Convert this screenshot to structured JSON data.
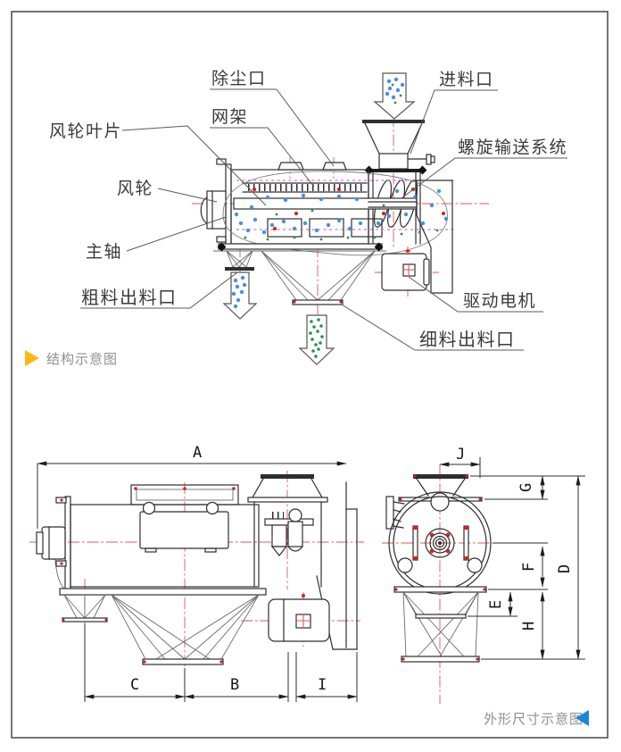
{
  "structure_diagram": {
    "caption": {
      "label": "结构示意图"
    },
    "labels": {
      "dust_port": "除尘口",
      "mesh_frame": "网架",
      "feed_inlet": "进料口",
      "impeller_blade": "风轮叶片",
      "screw_conveyor": "螺旋输送系统",
      "impeller": "风轮",
      "main_shaft": "主轴",
      "coarse_outlet": "粗料出料口",
      "drive_motor": "驱动电机",
      "fine_outlet": "细料出料口"
    }
  },
  "dimension_diagram": {
    "caption": {
      "label": "外形尺寸示意图"
    },
    "letters": {
      "a": "A",
      "b": "B",
      "c": "C",
      "d": "D",
      "e": "E",
      "f": "F",
      "g": "G",
      "h": "H",
      "i": "I",
      "j": "J"
    }
  },
  "colors": {
    "outline": "#2E2E2E",
    "centerline_red": "#E25757",
    "mesh_magenta": "#C44FC4",
    "particle_blue": "#4A90D9",
    "particle_green": "#2E8B57",
    "accent_red": "#CC2222",
    "caption_gray": "#8F8F8F",
    "caption_arrow_yellow": "#FFB612",
    "caption_arrow_blue": "#1C87D8"
  }
}
